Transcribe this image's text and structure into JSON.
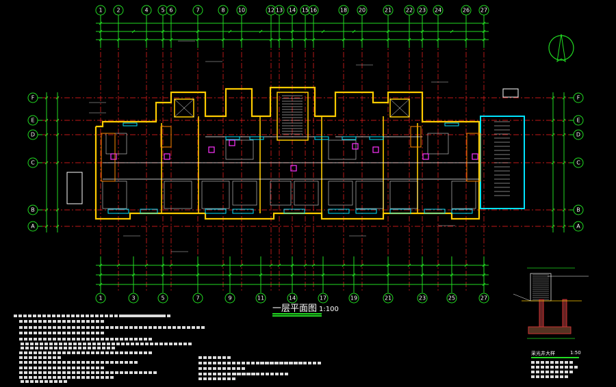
{
  "drawing": {
    "title": "一层平面图",
    "scale": "1:100",
    "detail_title": "采光井大样",
    "detail_scale": "1:50"
  },
  "axes": {
    "top": [
      "1",
      "2",
      "4",
      "5",
      "6",
      "7",
      "8",
      "10",
      "12",
      "13",
      "14",
      "15",
      "16",
      "18",
      "20",
      "21",
      "22",
      "23",
      "24",
      "26",
      "27"
    ],
    "bottom": [
      "1",
      "3",
      "5",
      "7",
      "9",
      "11",
      "14",
      "17",
      "19",
      "21",
      "23",
      "25",
      "27"
    ],
    "rows": [
      "F",
      "E",
      "D",
      "C",
      "B",
      "A"
    ]
  },
  "colors": {
    "background": "#000000",
    "axis_line": "#ff2222",
    "dimension": "#22dd22",
    "wall": "#ffcc00",
    "window": "#00e5ff",
    "furniture": "#ffffff",
    "fixture": "#ff33ff"
  }
}
